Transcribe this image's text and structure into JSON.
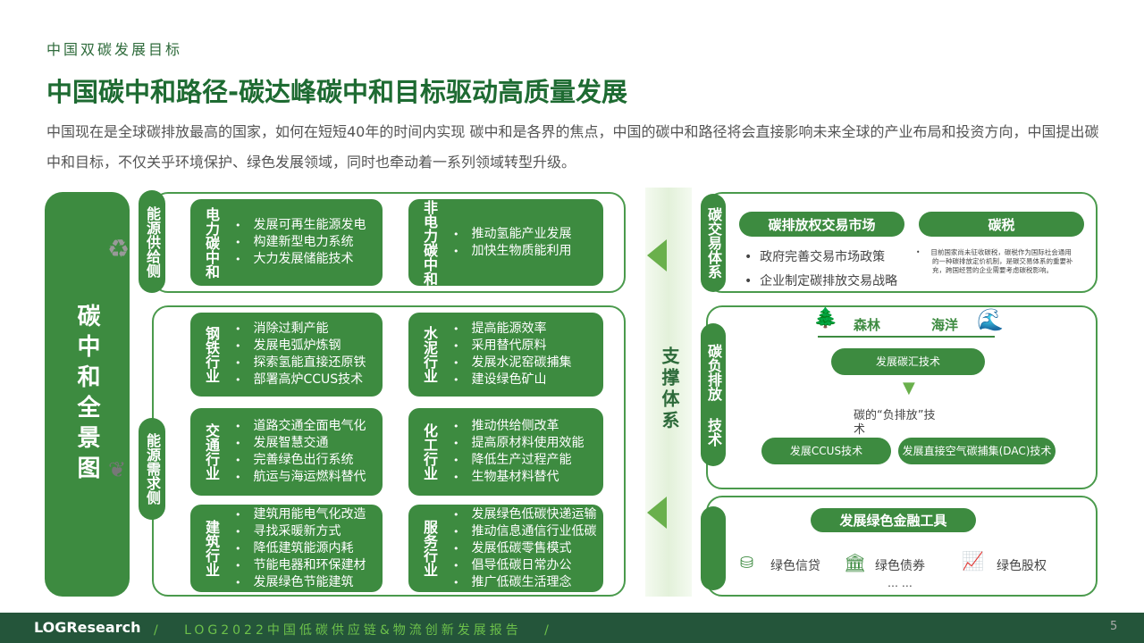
{
  "header": {
    "section": "中国双碳发展目标",
    "title": "中国碳中和路径-碳达峰碳中和目标驱动高质量发展",
    "intro": "中国现在是全球碳排放最高的国家，如何在短短40年的时间内实现 碳中和是各界的焦点，中国的碳中和路径将会直接影响未来全球的产业布局和投资方向，中国提出碳中和目标，不仅关乎环境保护、绿色发展领域，同时也牵动着一系列领域转型升级。"
  },
  "left": {
    "main_label": "碳中和全景图",
    "supply": {
      "label": "能源供给侧",
      "icon": "recycle-icon",
      "cards": [
        {
          "title": "电力碳中和",
          "items": [
            "发展可再生能源发电",
            "构建新型电力系统",
            "大力发展储能技术"
          ]
        },
        {
          "title": "非电力碳中和",
          "items": [
            "推动氢能产业发展",
            "加快生物质能利用"
          ]
        }
      ]
    },
    "demand": {
      "label": "能源需求侧",
      "icon": "leaf-icon",
      "cards": [
        {
          "title": "钢铁行业",
          "items": [
            "消除过剩产能",
            "发展电弧炉炼钢",
            "探索氢能直接还原铁",
            "部署高炉CCUS技术"
          ]
        },
        {
          "title": "水泥行业",
          "items": [
            "提高能源效率",
            "采用替代原料",
            "发展水泥窑碳捕集",
            "建设绿色矿山"
          ]
        },
        {
          "title": "交通行业",
          "items": [
            "道路交通全面电气化",
            "发展智慧交通",
            "完善绿色出行系统",
            "航运与海运燃料替代"
          ]
        },
        {
          "title": "化工行业",
          "items": [
            "推动供给侧改革",
            "提高原材料使用效能",
            "降低生产过程产能",
            "生物基材料替代"
          ]
        },
        {
          "title": "建筑行业",
          "items": [
            "建筑用能电气化改造",
            "寻找采暖新方式",
            "降低建筑能源内耗",
            "节能电器和环保建材",
            "发展绿色节能建筑"
          ]
        },
        {
          "title": "服务行业",
          "items": [
            "发展绿色低碳快递运输",
            "推动信息通信行业低碳",
            "发展低碳零售模式",
            "倡导低碳日常办公",
            "推广低碳生活理念"
          ]
        }
      ]
    }
  },
  "support": {
    "label": "支撑体系"
  },
  "right": {
    "trade": {
      "label": "碳交易体系",
      "market": "碳排放权交易市场",
      "tax": "碳税",
      "market_items": [
        "政府完善交易市场政策",
        "企业制定碳排放交易战略"
      ],
      "tax_note": "目前国家尚未征收碳税，碳税作为国际社会通用的一种碳排放定价机制，是碳交易体系的重要补充，跨国经营的企业需要考虑碳税影响。"
    },
    "negative": {
      "label": "碳负排放 技术",
      "forest": "森林",
      "ocean": "海洋",
      "sink": "发展碳汇技术",
      "center": "碳的“负排放”技术",
      "ccus": "发展CCUS技术",
      "dac": "发展直接空气碳捕集(DAC)技术"
    },
    "finance": {
      "title": "发展绿色金融工具",
      "items": [
        "绿色信贷",
        "绿色债券",
        "绿色股权"
      ],
      "more": "… …"
    }
  },
  "footer": {
    "logo": "LOGResearch",
    "text": "/   LOG2022中国低碳供应链&物流创新发展报告   /",
    "page": "5"
  },
  "colors": {
    "green": "#3d8b40",
    "footer": "#24553a",
    "title": "#1e6b32"
  }
}
